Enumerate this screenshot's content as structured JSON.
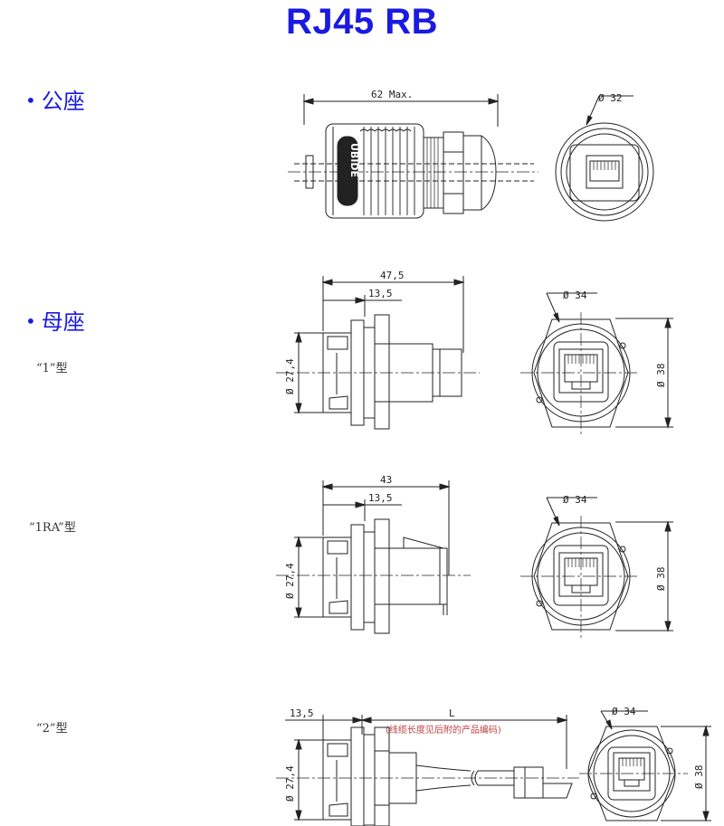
{
  "title": "RJ45 RB",
  "sections": {
    "male": {
      "bullet": "•",
      "label": "公座"
    },
    "female": {
      "bullet": "•",
      "label": "母座"
    }
  },
  "types": {
    "t1": "“1”型",
    "t1ra": "“1RA”型",
    "t2": "“2”型"
  },
  "logo_text": "UBIDE",
  "dims": {
    "plug_len": "62 Max.",
    "plug_dia": "Ø 32",
    "r1_len": "47,5",
    "r1_flange": "13,5",
    "r1_dia": "Ø 27,4",
    "r1_face_dia": "Ø 34",
    "r1_height": "Ø 38",
    "r2_len": "43",
    "r2_flange": "13,5",
    "r2_dia": "Ø 27,4",
    "r2_face_dia": "Ø 34",
    "r2_height": "Ø 38",
    "r3_flange": "13,5",
    "r3_len": "L",
    "r3_note": "(线缆长度见后附的产品编码)",
    "r3_dia": "Ø 27,4",
    "r3_face_dia": "Ø 34",
    "r3_height": "Ø 38"
  },
  "colors": {
    "title": "#1a1ae0",
    "note": "#c04040",
    "line": "#222222"
  }
}
